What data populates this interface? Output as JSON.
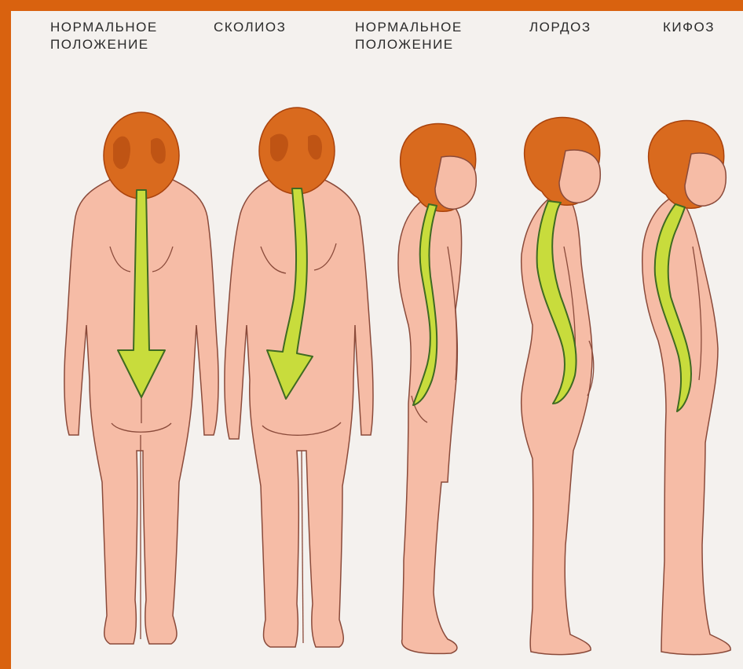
{
  "colors": {
    "frame": "#d9620f",
    "background": "#f4f1ee",
    "skin": "#f6bca6",
    "skin_outline": "#8a4a3a",
    "hair": "#d96a1e",
    "hair_dark": "#a9420c",
    "spine": "#c8dc3c",
    "spine_outline": "#3f6a22"
  },
  "labels": [
    {
      "line1": "НОРМАЛЬНОЕ",
      "line2": "ПОЛОЖЕНИЕ"
    },
    {
      "line1": "СКОЛИОЗ",
      "line2": ""
    },
    {
      "line1": "НОРМАЛЬНОЕ",
      "line2": "ПОЛОЖЕНИЕ"
    },
    {
      "line1": "ЛОРДОЗ",
      "line2": ""
    },
    {
      "line1": "КИФОЗ",
      "line2": ""
    }
  ]
}
